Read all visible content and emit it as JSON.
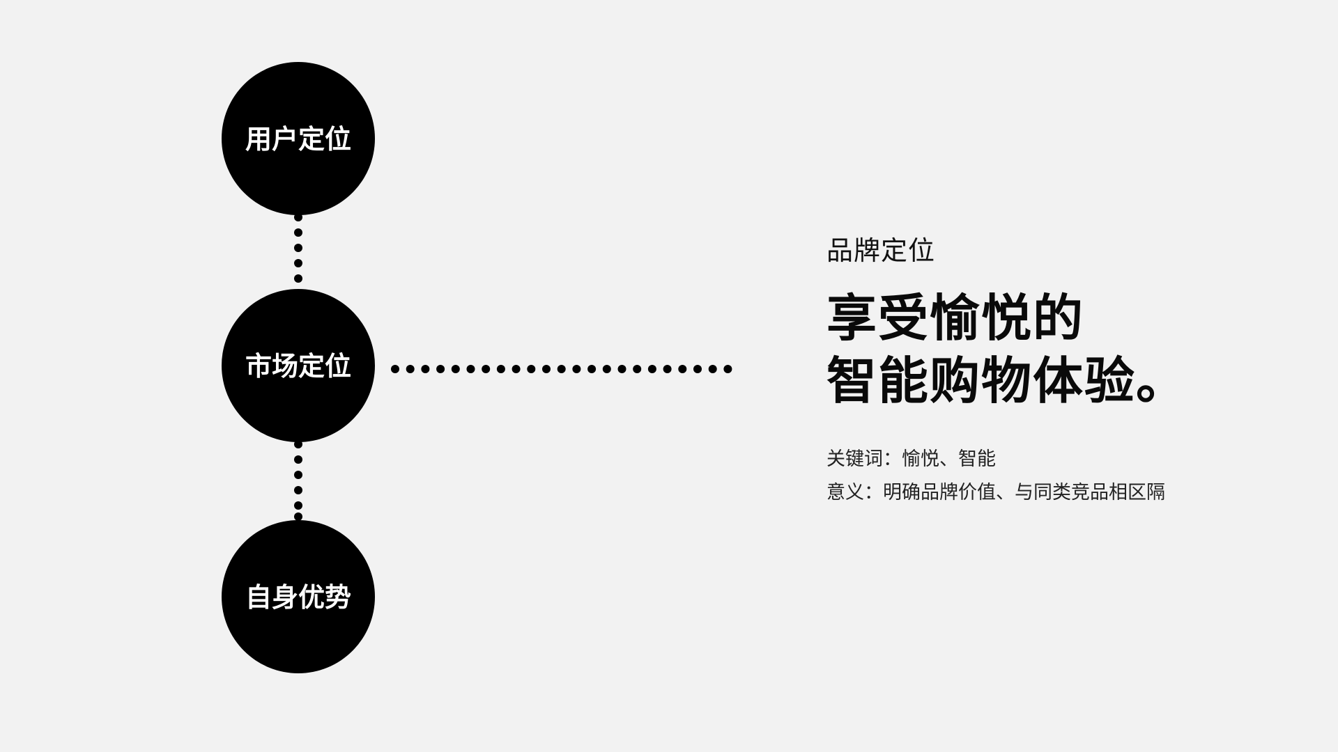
{
  "nodes": [
    {
      "id": "user",
      "label": "用户定位"
    },
    {
      "id": "market",
      "label": "市场定位"
    },
    {
      "id": "advantage",
      "label": "自身优势"
    }
  ],
  "brand": {
    "subtitle": "品牌定位",
    "headline_line1": "享受愉悦的",
    "headline_line2": "智能购物体验。",
    "keywords": "关键词：愉悦、智能",
    "meaning": "意义：明确品牌价值、与同类竞品相区隔"
  },
  "colors": {
    "background": "#f2f2f2",
    "node_fill": "#000000",
    "node_text": "#ffffff",
    "connector": "#000000"
  }
}
